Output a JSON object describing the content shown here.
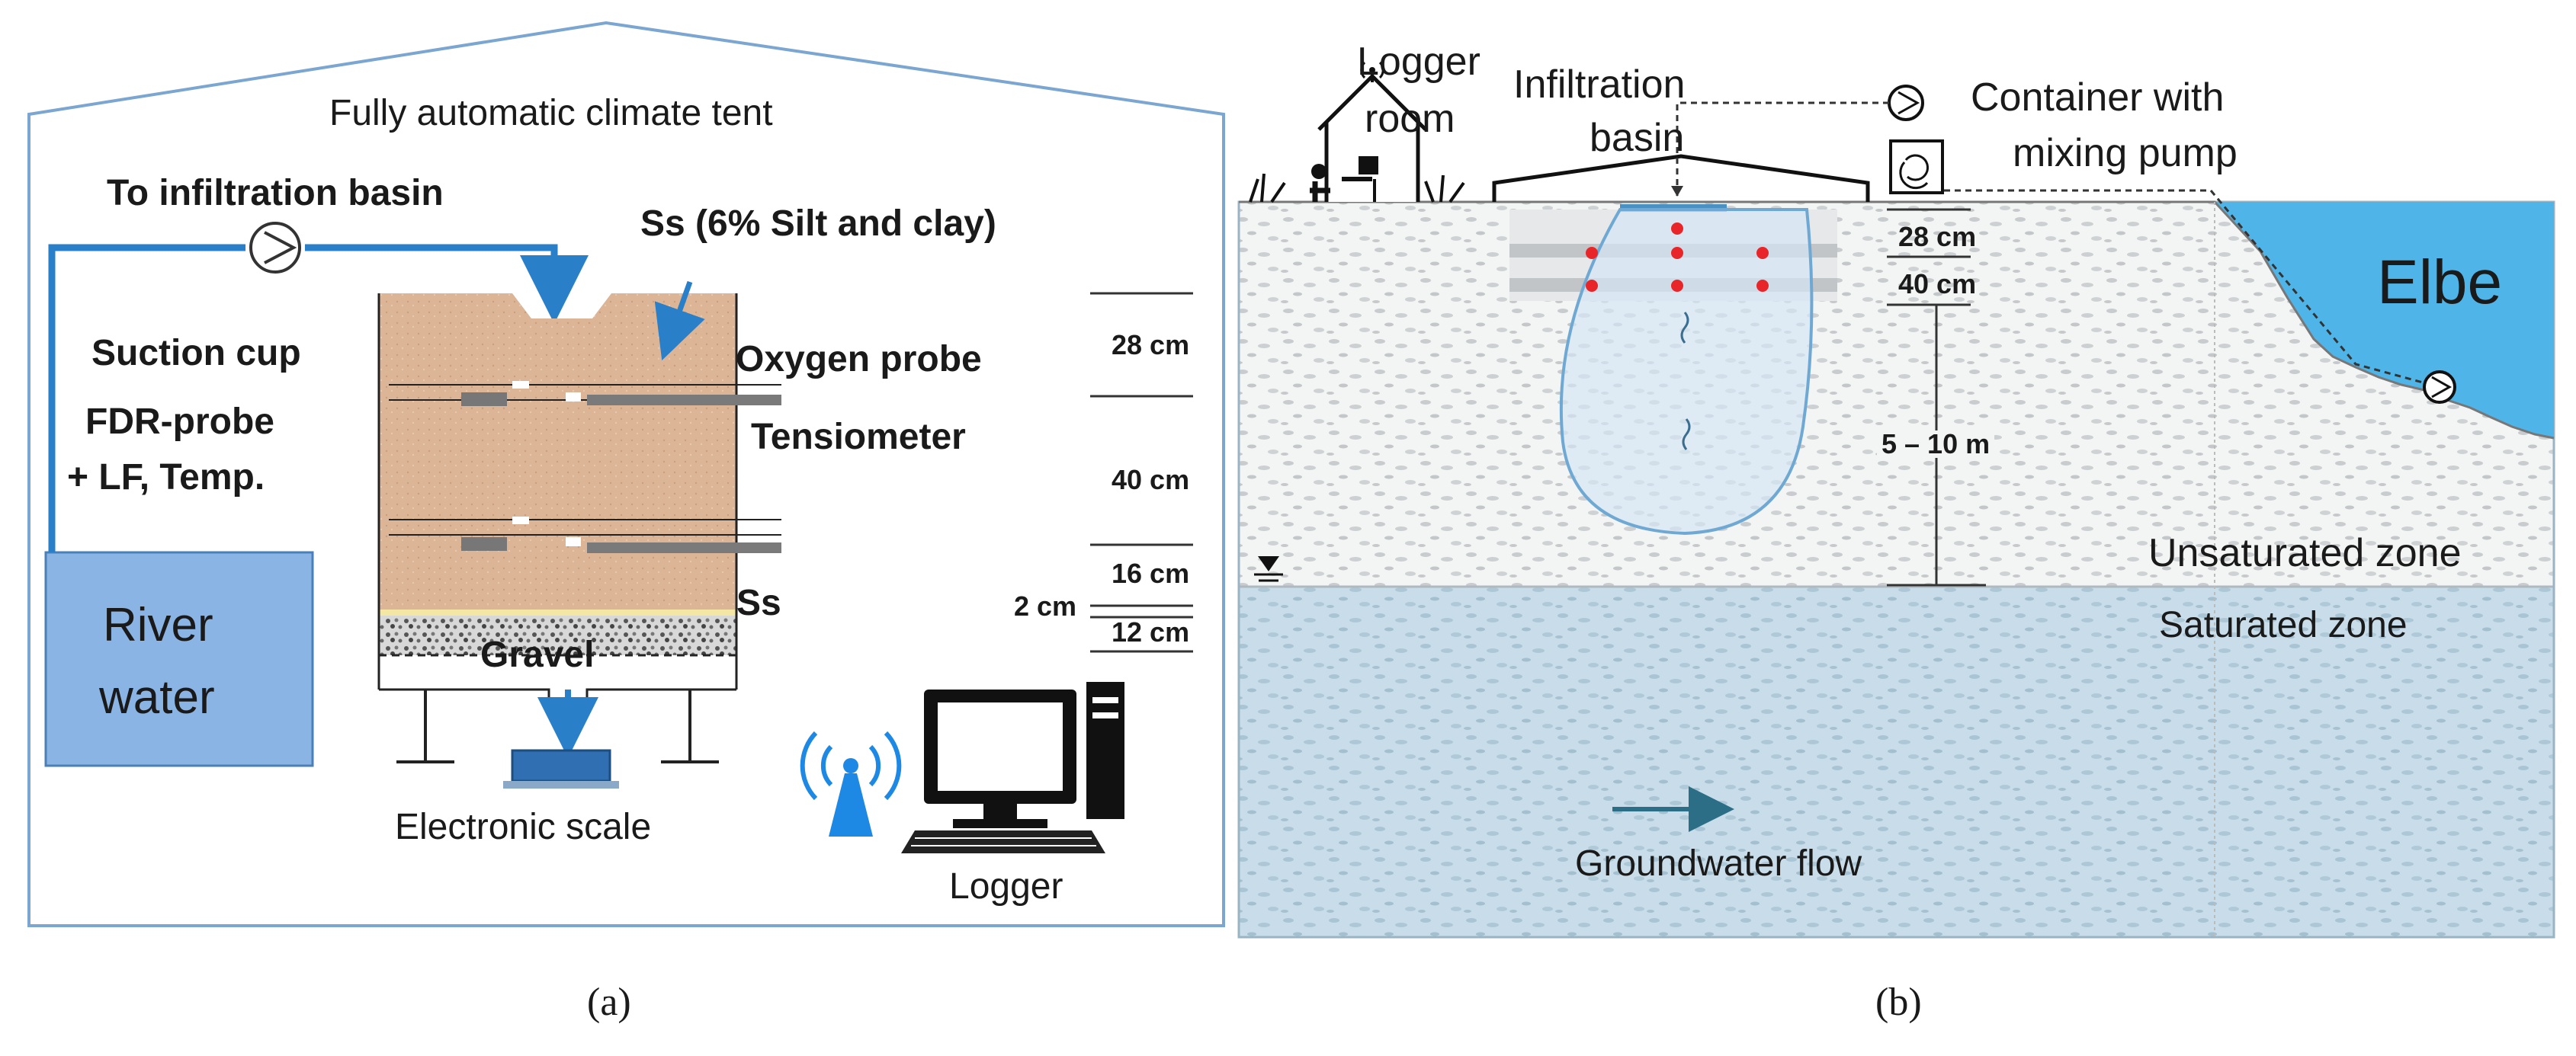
{
  "panel_a": {
    "title": "Fully automatic climate tent",
    "inflow_label": "To infiltration basin",
    "soil_label": "Ss (6% Silt and clay)",
    "suction_cup": "Suction cup",
    "oxygen_probe": "Oxygen probe",
    "fdr_probe_line1": "FDR-probe",
    "fdr_probe_line2": "+ LF, Temp.",
    "tensiometer": "Tensiometer",
    "ss_layer": "Ss",
    "gravel": "Gravel",
    "river_water_line1": "River",
    "river_water_line2": "water",
    "scale": "Electronic scale",
    "logger": "Logger",
    "depth_28": "28 cm",
    "depth_40": "40 cm",
    "depth_16": "16 cm",
    "depth_2": "2 cm",
    "depth_12": "12 cm",
    "caption": "(a)"
  },
  "panel_b": {
    "logger_room_line1": "Logger",
    "logger_room_line2": "room",
    "infiltration_basin_line1": "Infiltration",
    "infiltration_basin_line2": "basin",
    "container_line1": "Container with",
    "container_line2": "mixing pump",
    "river": "Elbe",
    "depth_28": "28 cm",
    "depth_40": "40 cm",
    "depth_range": "5 – 10 m",
    "unsaturated_zone": "Unsaturated zone",
    "saturated_zone": "Saturated zone",
    "groundwater_flow": "Groundwater flow",
    "caption": "(b)"
  },
  "colors": {
    "pipe_blue": "#2a7fc9",
    "tent_outline": "#7aa6d1",
    "soil": "#dcb596",
    "river_box": "#8ab4e3",
    "elbe_water": "#4fb5e8",
    "saturated": "#c8dde9",
    "unsaturated": "#f3f4f4",
    "sensor_red": "#e8262a",
    "plume": "#d4e6f4"
  }
}
